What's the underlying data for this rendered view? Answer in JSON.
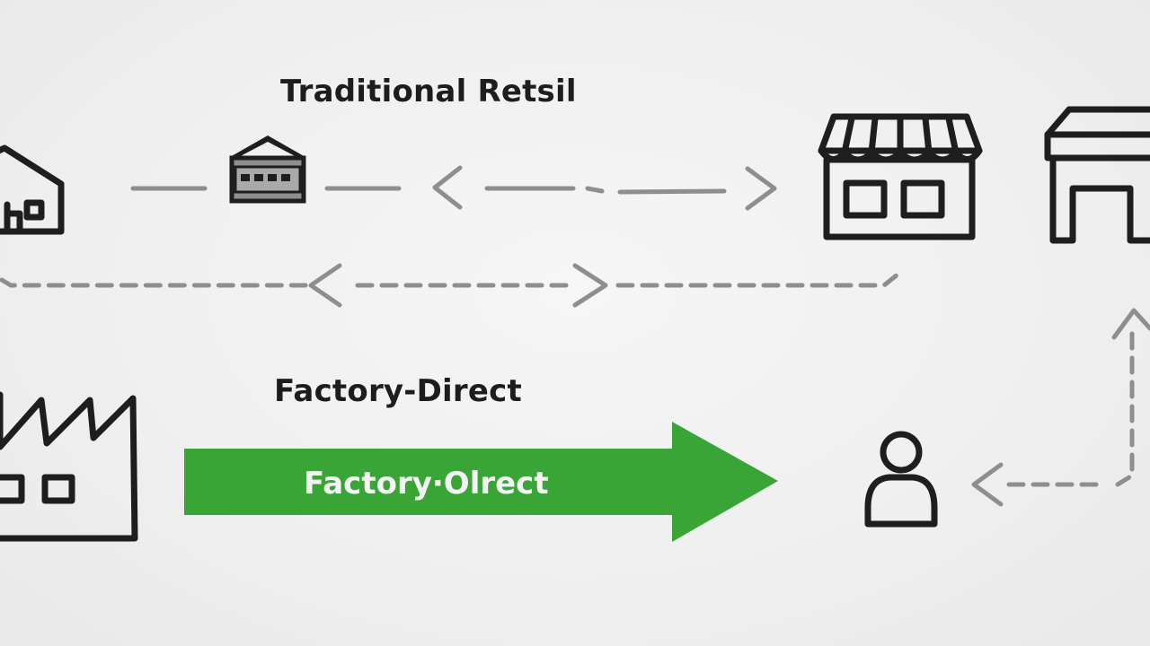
{
  "headings": {
    "traditional": "Traditional Retsil",
    "factory": "Factory-Direct"
  },
  "arrow": {
    "label": "Factory·Olrect",
    "color": "#3aa537"
  },
  "icons": {
    "warehouse_left": "warehouse-icon",
    "warehouse_small": "small-warehouse-icon",
    "store": "storefront-icon",
    "store_right": "shop-building-icon",
    "factory": "factory-icon",
    "consumer": "person-icon"
  },
  "colors": {
    "icon_stroke": "#1e1e1e",
    "connector": "#8e8e8e",
    "background": "#f0f0f0"
  }
}
